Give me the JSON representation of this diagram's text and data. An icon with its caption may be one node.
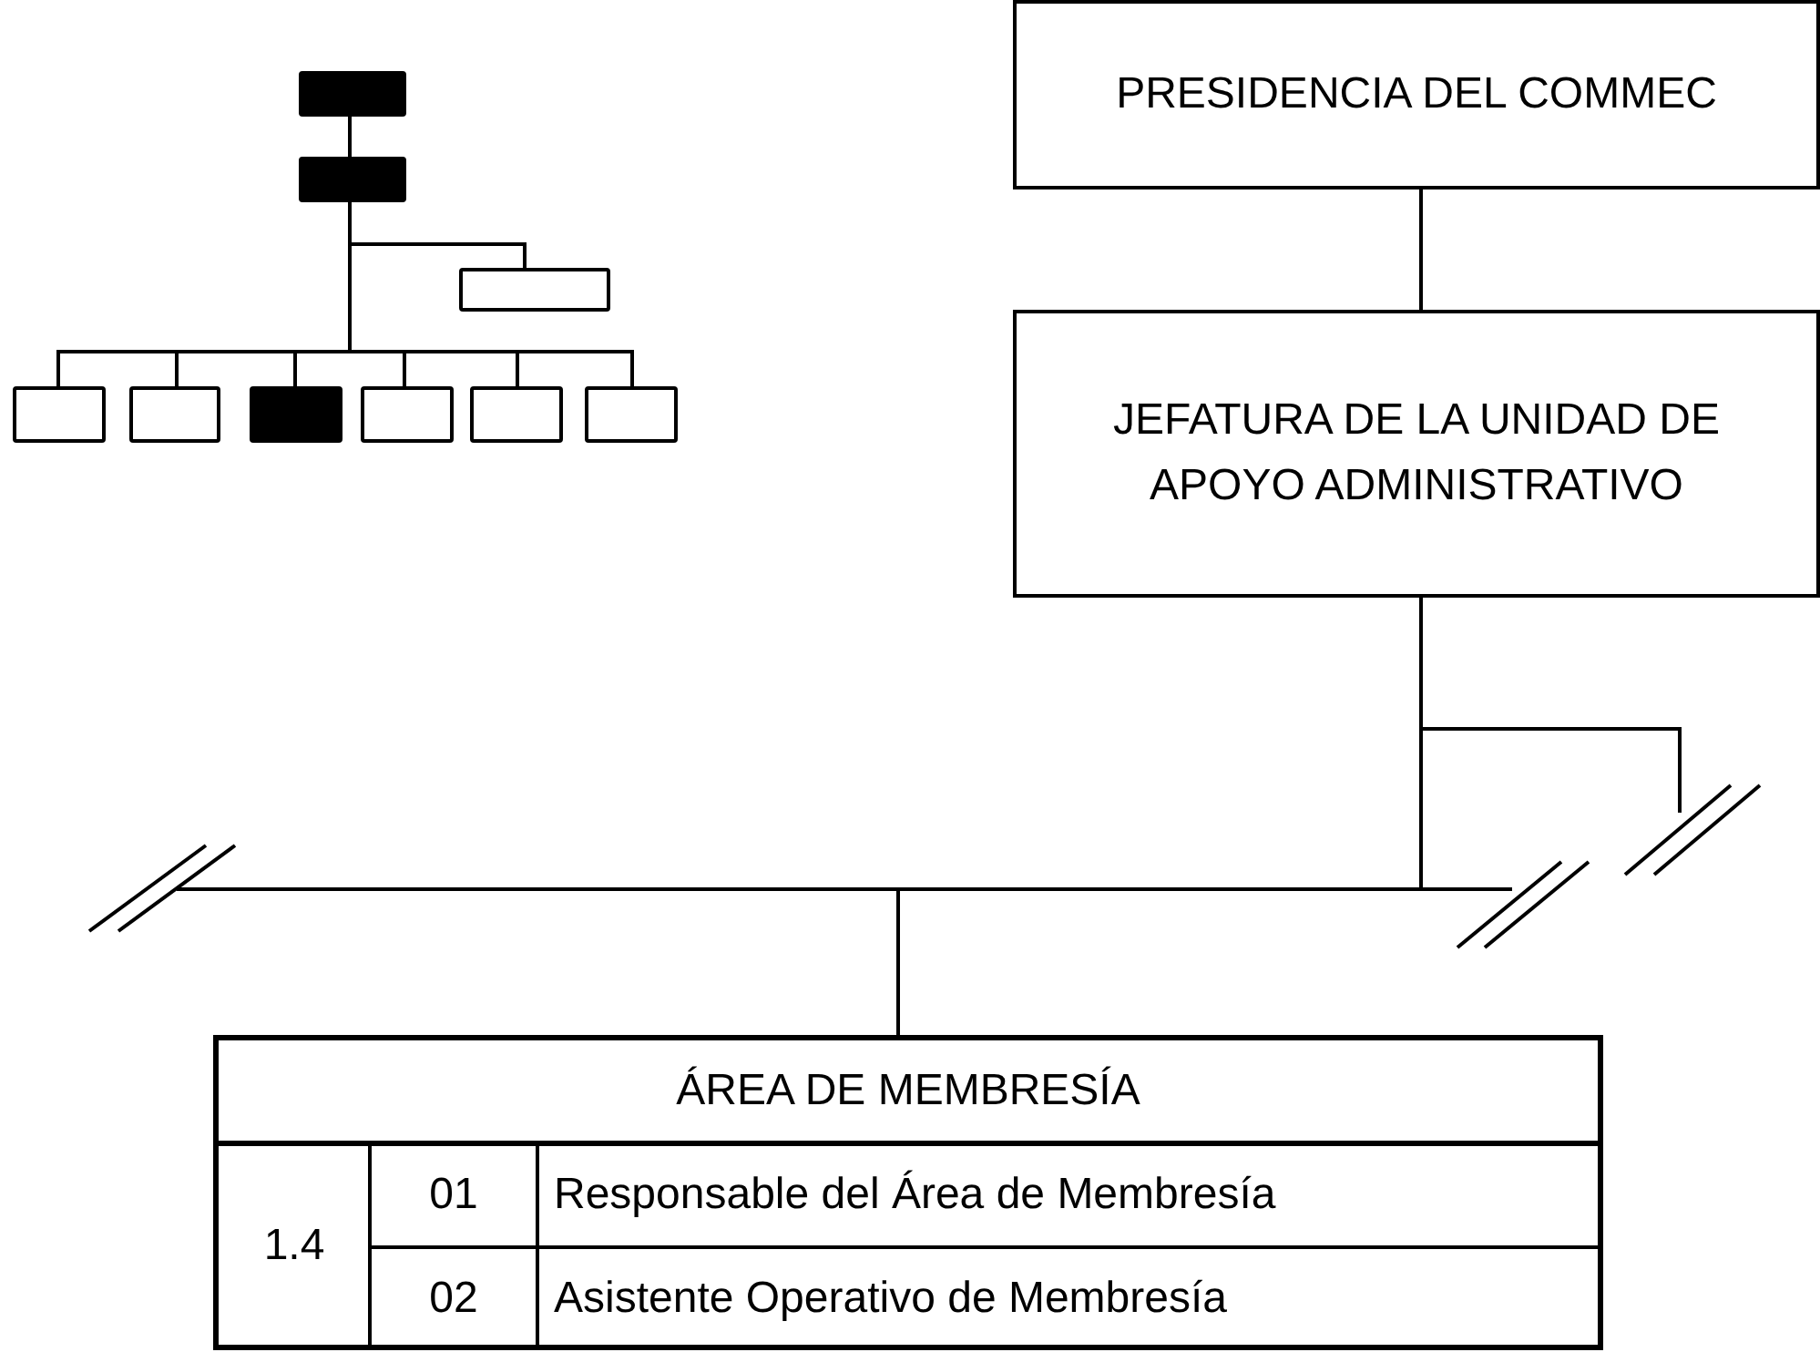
{
  "diagram": {
    "nodes": [
      {
        "text": [
          "PRESIDENCIA DEL COMMEC"
        ]
      },
      {
        "text": [
          "JEFATURA DE LA UNIDAD DE APOYO ADMINISTRATIVO"
        ]
      },
      {
        "text": [
          "ÁREA DE MEMBRESÍA"
        ]
      }
    ],
    "edges": [
      {
        "from": 0,
        "to": 1,
        "arrow": "none"
      },
      {
        "from": 1,
        "to": 2,
        "arrow": "none"
      },
      {
        "from": 1,
        "to": null,
        "arrow": "none"
      },
      {
        "from": 1,
        "to": null,
        "arrow": "none"
      },
      {
        "from": 1,
        "to": null,
        "arrow": "none"
      }
    ],
    "labels": [
      "1.4",
      "01",
      "Responsable del Área de Membresía",
      "02",
      "Asistente Operativo de Membresía"
    ]
  }
}
